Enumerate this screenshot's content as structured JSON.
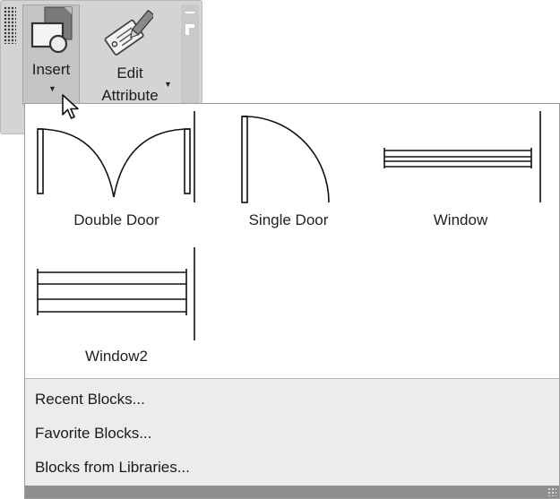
{
  "ribbon": {
    "insert_label": "Insert",
    "edit_attribute_label": "Edit\nAttribute"
  },
  "gallery": {
    "blocks": [
      {
        "label": "Double Door",
        "icon": "double-door-icon"
      },
      {
        "label": "Single Door",
        "icon": "single-door-icon"
      },
      {
        "label": "Window",
        "icon": "window-icon"
      },
      {
        "label": "Window2",
        "icon": "window2-icon"
      }
    ]
  },
  "menu": {
    "items": [
      {
        "label": "Recent Blocks..."
      },
      {
        "label": "Favorite Blocks..."
      },
      {
        "label": "Blocks from Libraries..."
      }
    ]
  },
  "colors": {
    "ribbon_bg": "#d4d4d4",
    "button_pressed_bg": "#c4c4c4",
    "menu_bg": "#ececec",
    "statusbar_bg": "#8e8e8e"
  }
}
